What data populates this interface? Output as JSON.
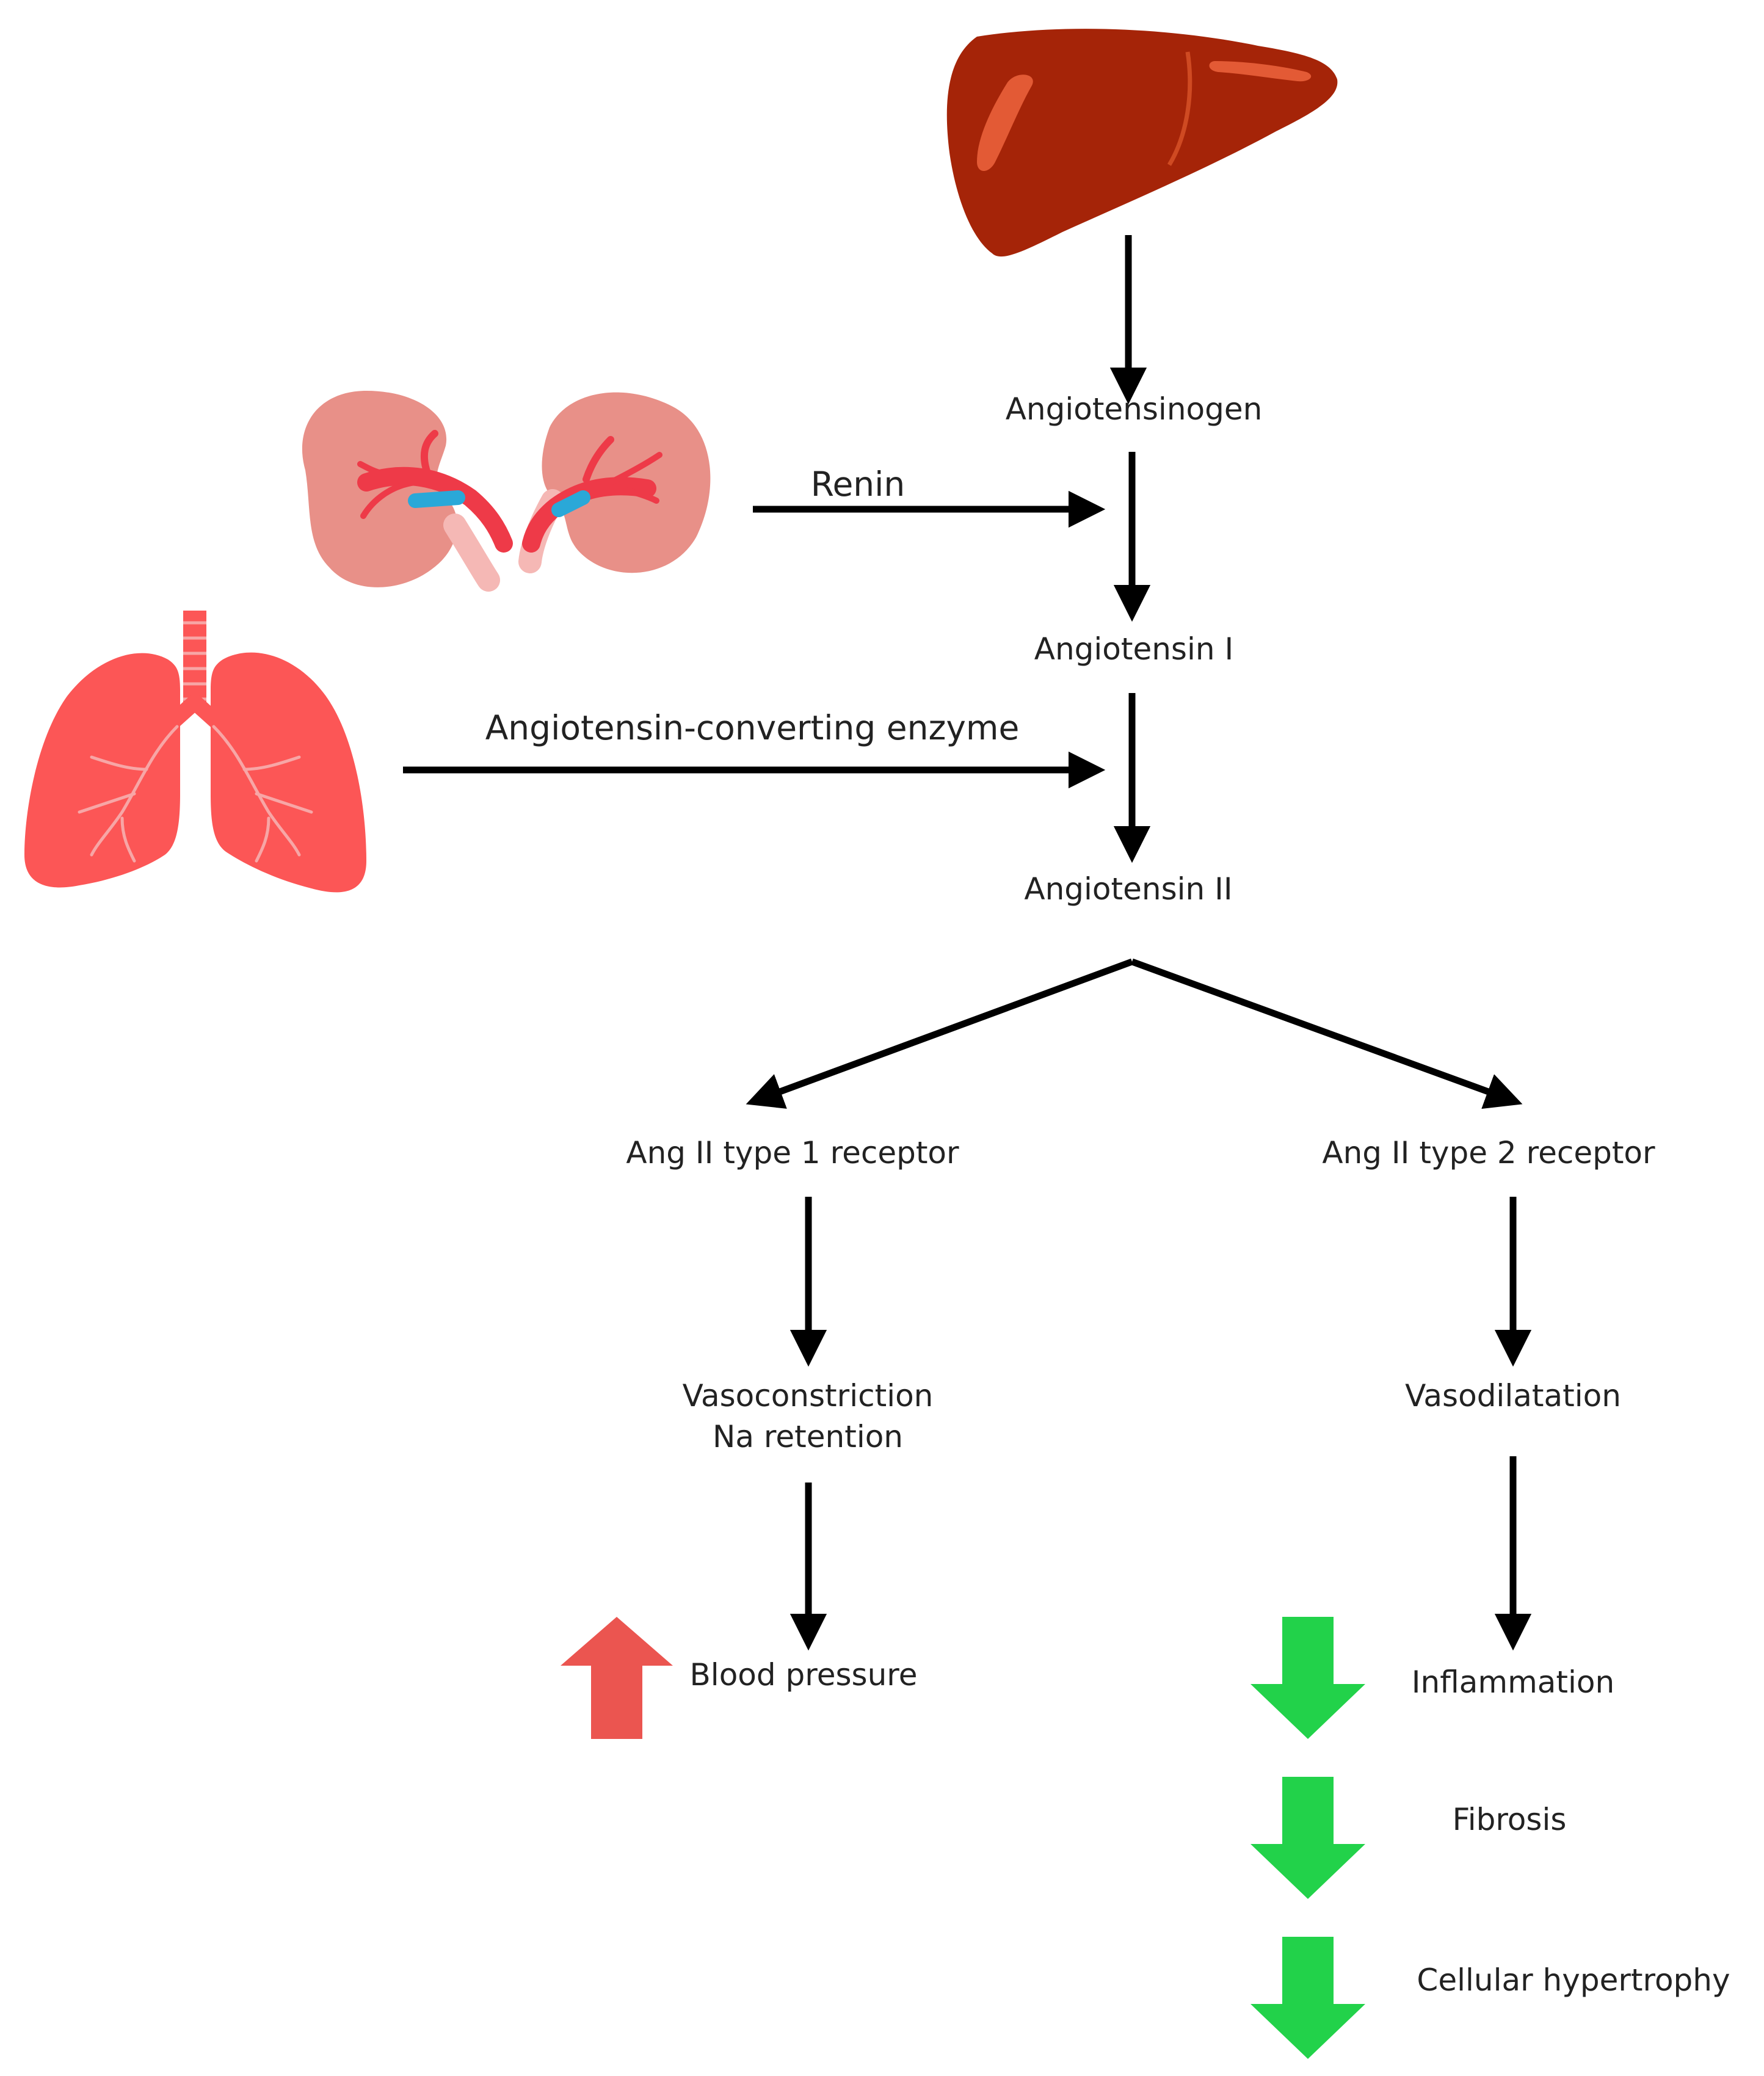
{
  "nodes": {
    "angiotensinogen": "Angiotensinogen",
    "angiotensin_i": "Angiotensin I",
    "angiotensin_ii": "Angiotensin II",
    "at1_receptor": "Ang II type 1 receptor",
    "at2_receptor": "Ang II type 2 receptor",
    "vasoconstriction": "Vasoconstriction",
    "na_retention": "Na retention",
    "vasodilatation": "Vasodilatation",
    "blood_pressure": "Blood pressure",
    "inflammation": "Inflammation",
    "fibrosis": "Fibrosis",
    "cellular_hypertrophy": "Cellular hypertrophy"
  },
  "edges": {
    "renin": "Renin",
    "ace": "Angiotensin-converting enzyme"
  },
  "organs": [
    "liver-icon",
    "kidneys-icon",
    "lungs-icon"
  ],
  "colors": {
    "increase": "#eb5550",
    "decrease": "#22d24a",
    "liver": "#a52408",
    "kidney": "#e89088",
    "lung": "#fc5656",
    "artery": "#ee3a48",
    "vein": "#2aa8d8",
    "line": "#000000"
  }
}
